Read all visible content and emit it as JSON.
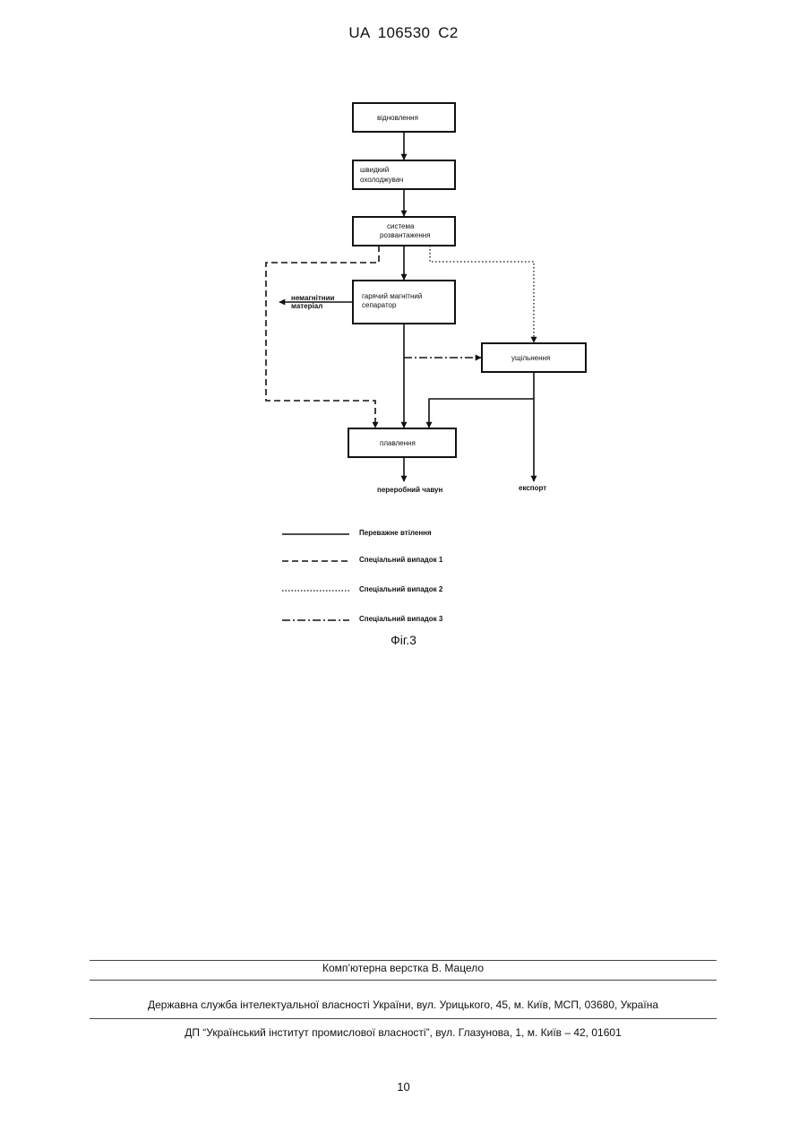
{
  "header": {
    "doc_id": "UA  106530  C2"
  },
  "diagram": {
    "boxes": {
      "recovery": [
        "відновлення"
      ],
      "quench": [
        "швидкий",
        "охолоджувач"
      ],
      "discharge": [
        "система",
        "розвантаження"
      ],
      "separator": [
        "гарячий магнітний",
        "сепаратор"
      ],
      "compaction": [
        "ущільнення"
      ],
      "melting": [
        "плавлення"
      ]
    },
    "labels": {
      "nonmagnetic": [
        "немагнітнии",
        "матеріал"
      ],
      "pig_iron": "переробний чавун",
      "export": "експорт"
    },
    "legend": [
      {
        "style": "solid",
        "label": "Переважне втілення"
      },
      {
        "style": "dashed",
        "label": "Спеціальний випадок 1"
      },
      {
        "style": "dotted",
        "label": "Спеціальний випадок 2"
      },
      {
        "style": "dash-dot",
        "label": "Спеціальний випадок 3"
      }
    ],
    "caption": "Фіг.3"
  },
  "footer": {
    "layout": "Комп’ютерна верстка В. Мацело",
    "agency": "Державна служба інтелектуальної власності України, вул. Урицького, 45, м. Київ, МСП, 03680, Україна",
    "institute": "ДП “Український інститут промислової власності”, вул. Глазунова, 1, м. Київ – 42, 01601"
  },
  "page_number": "10"
}
